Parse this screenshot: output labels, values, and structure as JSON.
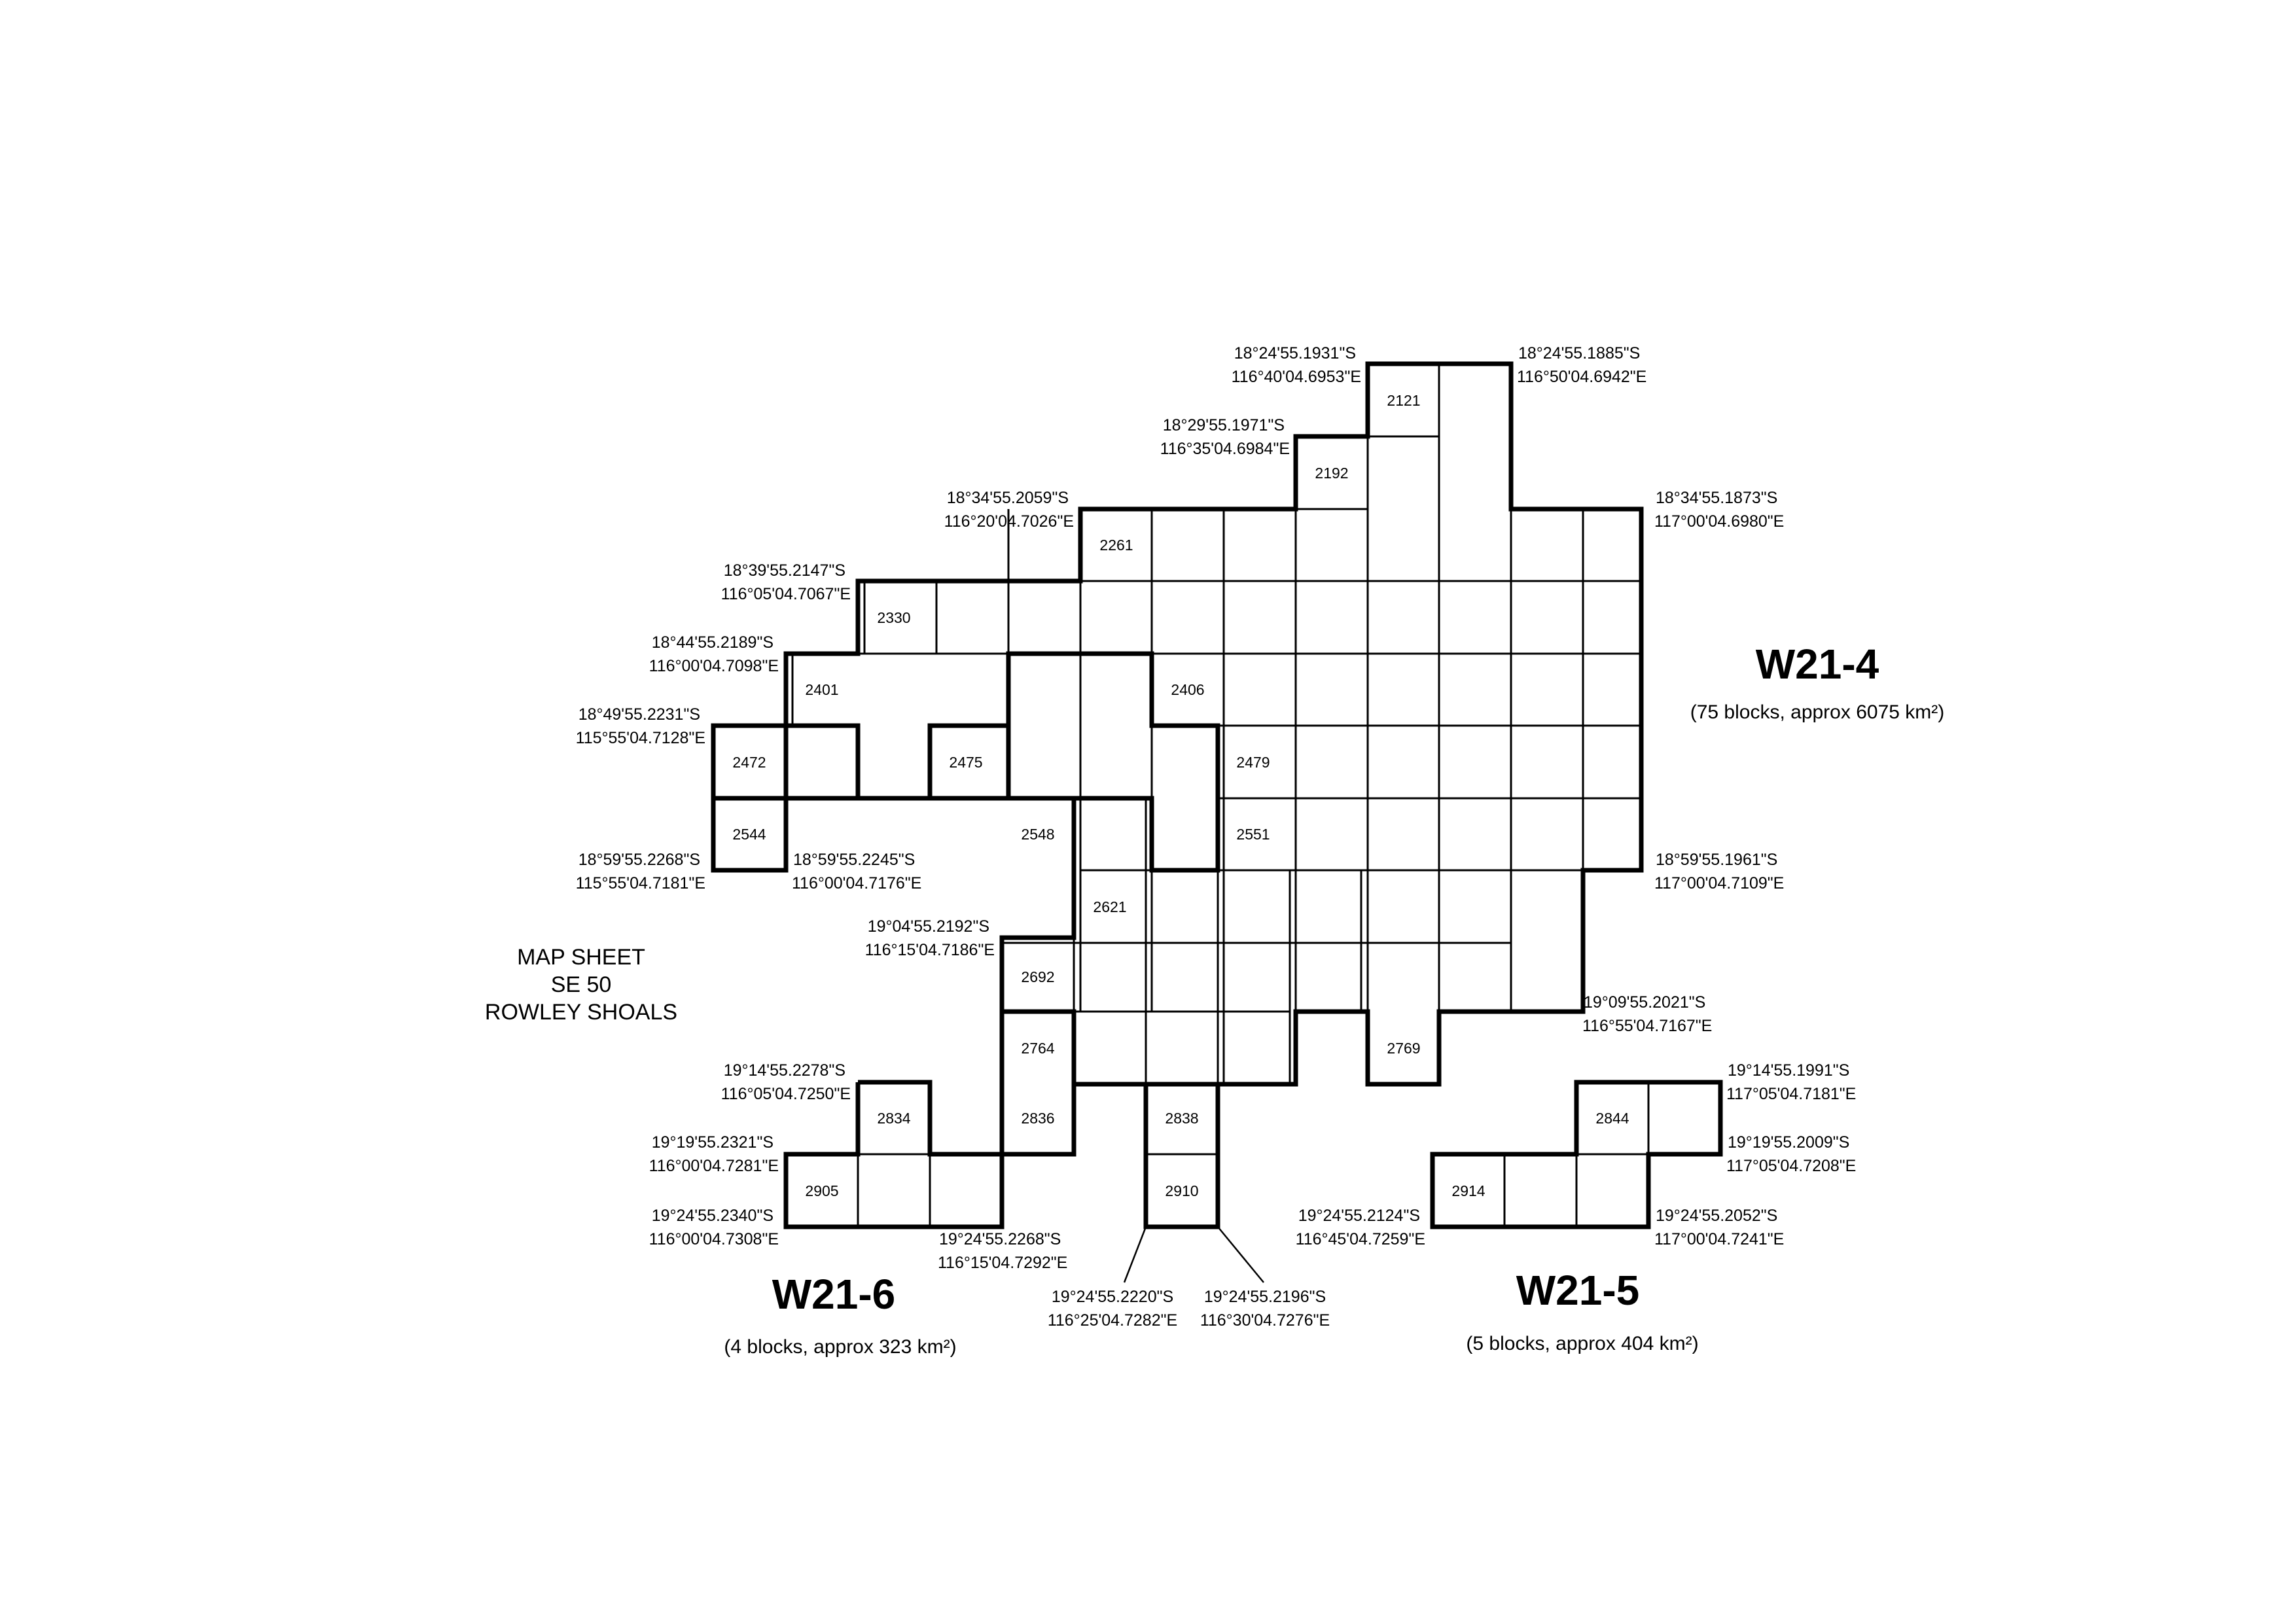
{
  "map_sheet": {
    "line1": "MAP SHEET",
    "line2": "SE 50",
    "line3": "ROWLEY SHOALS"
  },
  "areas": {
    "w21_4": {
      "title": "W21-4",
      "subtitle": "(75 blocks, approx 6075 km²)"
    },
    "w21_5": {
      "title": "W21-5",
      "subtitle": "(5 blocks, approx 404 km²)"
    },
    "w21_6": {
      "title": "W21-6",
      "subtitle": "(4 blocks, approx 323 km²)"
    }
  },
  "blocks": {
    "b2121": "2121",
    "b2192": "2192",
    "b2261": "2261",
    "b2330": "2330",
    "b2401": "2401",
    "b2406": "2406",
    "b2472": "2472",
    "b2475": "2475",
    "b2479": "2479",
    "b2544": "2544",
    "b2548": "2548",
    "b2551": "2551",
    "b2621": "2621",
    "b2692": "2692",
    "b2764": "2764",
    "b2769": "2769",
    "b2834": "2834",
    "b2836": "2836",
    "b2838": "2838",
    "b2844": "2844",
    "b2905": "2905",
    "b2910": "2910",
    "b2914": "2914"
  },
  "coordinates": {
    "c01": {
      "lat": "18°24'55.1931\"S",
      "lon": "116°40'04.6953\"E"
    },
    "c02": {
      "lat": "18°24'55.1885\"S",
      "lon": "116°50'04.6942\"E"
    },
    "c03": {
      "lat": "18°29'55.1971\"S",
      "lon": "116°35'04.6984\"E"
    },
    "c04": {
      "lat": "18°34'55.2059\"S",
      "lon": "116°20'04.7026\"E"
    },
    "c05": {
      "lat": "18°34'55.1873\"S",
      "lon": "117°00'04.6980\"E"
    },
    "c06": {
      "lat": "18°39'55.2147\"S",
      "lon": "116°05'04.7067\"E"
    },
    "c07": {
      "lat": "18°44'55.2189\"S",
      "lon": "116°00'04.7098\"E"
    },
    "c08": {
      "lat": "18°49'55.2231\"S",
      "lon": "115°55'04.7128\"E"
    },
    "c09": {
      "lat": "18°59'55.2268\"S",
      "lon": "115°55'04.7181\"E"
    },
    "c10": {
      "lat": "18°59'55.2245\"S",
      "lon": "116°00'04.7176\"E"
    },
    "c11": {
      "lat": "18°59'55.1961\"S",
      "lon": "117°00'04.7109\"E"
    },
    "c12": {
      "lat": "19°04'55.2192\"S",
      "lon": "116°15'04.7186\"E"
    },
    "c13": {
      "lat": "19°09'55.2021\"S",
      "lon": "116°55'04.7167\"E"
    },
    "c14": {
      "lat": "19°14'55.2278\"S",
      "lon": "116°05'04.7250\"E"
    },
    "c15": {
      "lat": "19°14'55.1991\"S",
      "lon": "117°05'04.7181\"E"
    },
    "c16": {
      "lat": "19°19'55.2321\"S",
      "lon": "116°00'04.7281\"E"
    },
    "c17": {
      "lat": "19°19'55.2009\"S",
      "lon": "117°05'04.7208\"E"
    },
    "c18": {
      "lat": "19°24'55.2340\"S",
      "lon": "116°00'04.7308\"E"
    },
    "c19": {
      "lat": "19°24'55.2268\"S",
      "lon": "116°15'04.7292\"E"
    },
    "c20": {
      "lat": "19°24'55.2220\"S",
      "lon": "116°25'04.7282\"E"
    },
    "c21": {
      "lat": "19°24'55.2196\"S",
      "lon": "116°30'04.7276\"E"
    },
    "c22": {
      "lat": "19°24'55.2124\"S",
      "lon": "116°45'04.7259\"E"
    },
    "c23": {
      "lat": "19°24'55.2052\"S",
      "lon": "117°00'04.7241\"E"
    }
  }
}
